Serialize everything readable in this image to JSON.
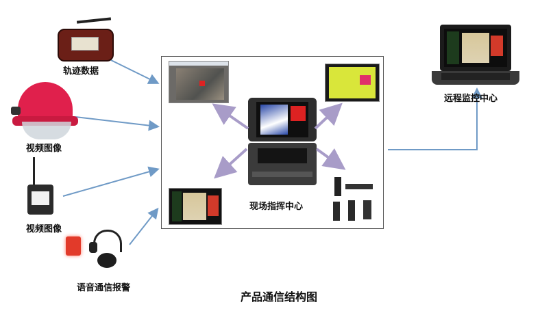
{
  "labels": {
    "trajectory": "轨迹数据",
    "video1": "视频图像",
    "video2": "视频图像",
    "voice": "语音通信报警",
    "remote": "远程监控中心",
    "onsite": "现场指挥中心",
    "caption": "产品通信结构图"
  },
  "colors": {
    "input_arrow": "#6f9ac6",
    "inner_arrow": "#a89cc8",
    "box_border": "#555555"
  }
}
